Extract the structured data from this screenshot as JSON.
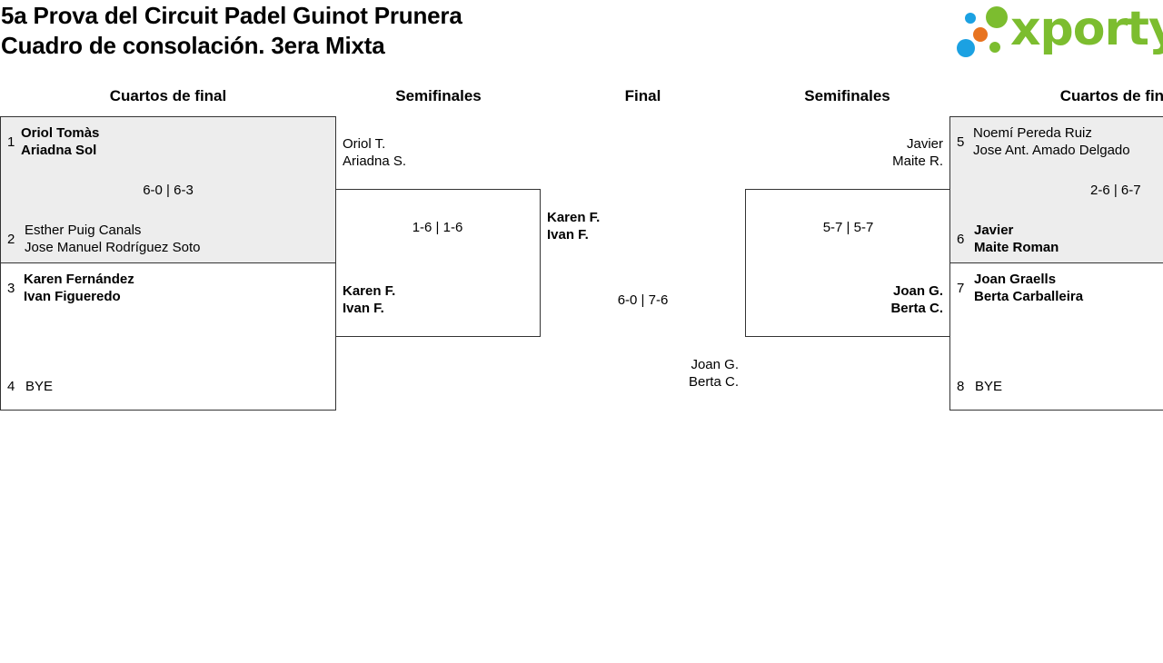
{
  "header": {
    "title_line1": "5a Prova del Circuit Padel Guinot Prunera",
    "title_line2": "Cuadro de consolación. 3era Mixta"
  },
  "logo": {
    "text": "xporty",
    "green": "#7cbd2f",
    "orange": "#e8731f",
    "blue": "#1ba1e2"
  },
  "rounds": {
    "left_qf": "Cuartos de final",
    "left_sf": "Semifinales",
    "final": "Final",
    "right_sf": "Semifinales",
    "right_qf": "Cuartos de final"
  },
  "quarterfinals": [
    {
      "score": "6-0 | 6-3",
      "top": {
        "seed": "1",
        "p1": "Oriol Tomàs",
        "p2": "Ariadna Sol"
      },
      "bottom": {
        "seed": "2",
        "p1": "Esther Puig Canals",
        "p2": "Jose Manuel Rodríguez Soto"
      }
    },
    {
      "top": {
        "seed": "3",
        "p1": "Karen Fernández",
        "p2": "Ivan Figueredo"
      },
      "bottom": {
        "seed": "4",
        "p1": "BYE"
      }
    },
    {
      "score": "2-6 | 6-7",
      "top": {
        "seed": "5",
        "p1": "Noemí Pereda Ruiz",
        "p2": "Jose Ant. Amado Delgado"
      },
      "bottom": {
        "seed": "6",
        "p1": "Javier",
        "p2": "Maite Roman"
      }
    },
    {
      "top": {
        "seed": "7",
        "p1": "Joan Graells",
        "p2": "Berta Carballeira"
      },
      "bottom": {
        "seed": "8",
        "p1": "BYE"
      }
    }
  ],
  "semifinals": {
    "left": {
      "score": "1-6 | 1-6",
      "top": {
        "p1": "Oriol T.",
        "p2": "Ariadna S."
      },
      "bottom": {
        "p1": "Karen F.",
        "p2": "Ivan F."
      }
    },
    "right": {
      "score": "5-7 | 5-7",
      "top": {
        "p1": "Javier",
        "p2": "Maite R."
      },
      "bottom": {
        "p1": "Joan G.",
        "p2": "Berta C."
      }
    }
  },
  "final": {
    "score": "6-0 | 7-6",
    "top": {
      "p1": "Karen F.",
      "p2": "Ivan F."
    },
    "bottom": {
      "p1": "Joan G.",
      "p2": "Berta C."
    }
  }
}
